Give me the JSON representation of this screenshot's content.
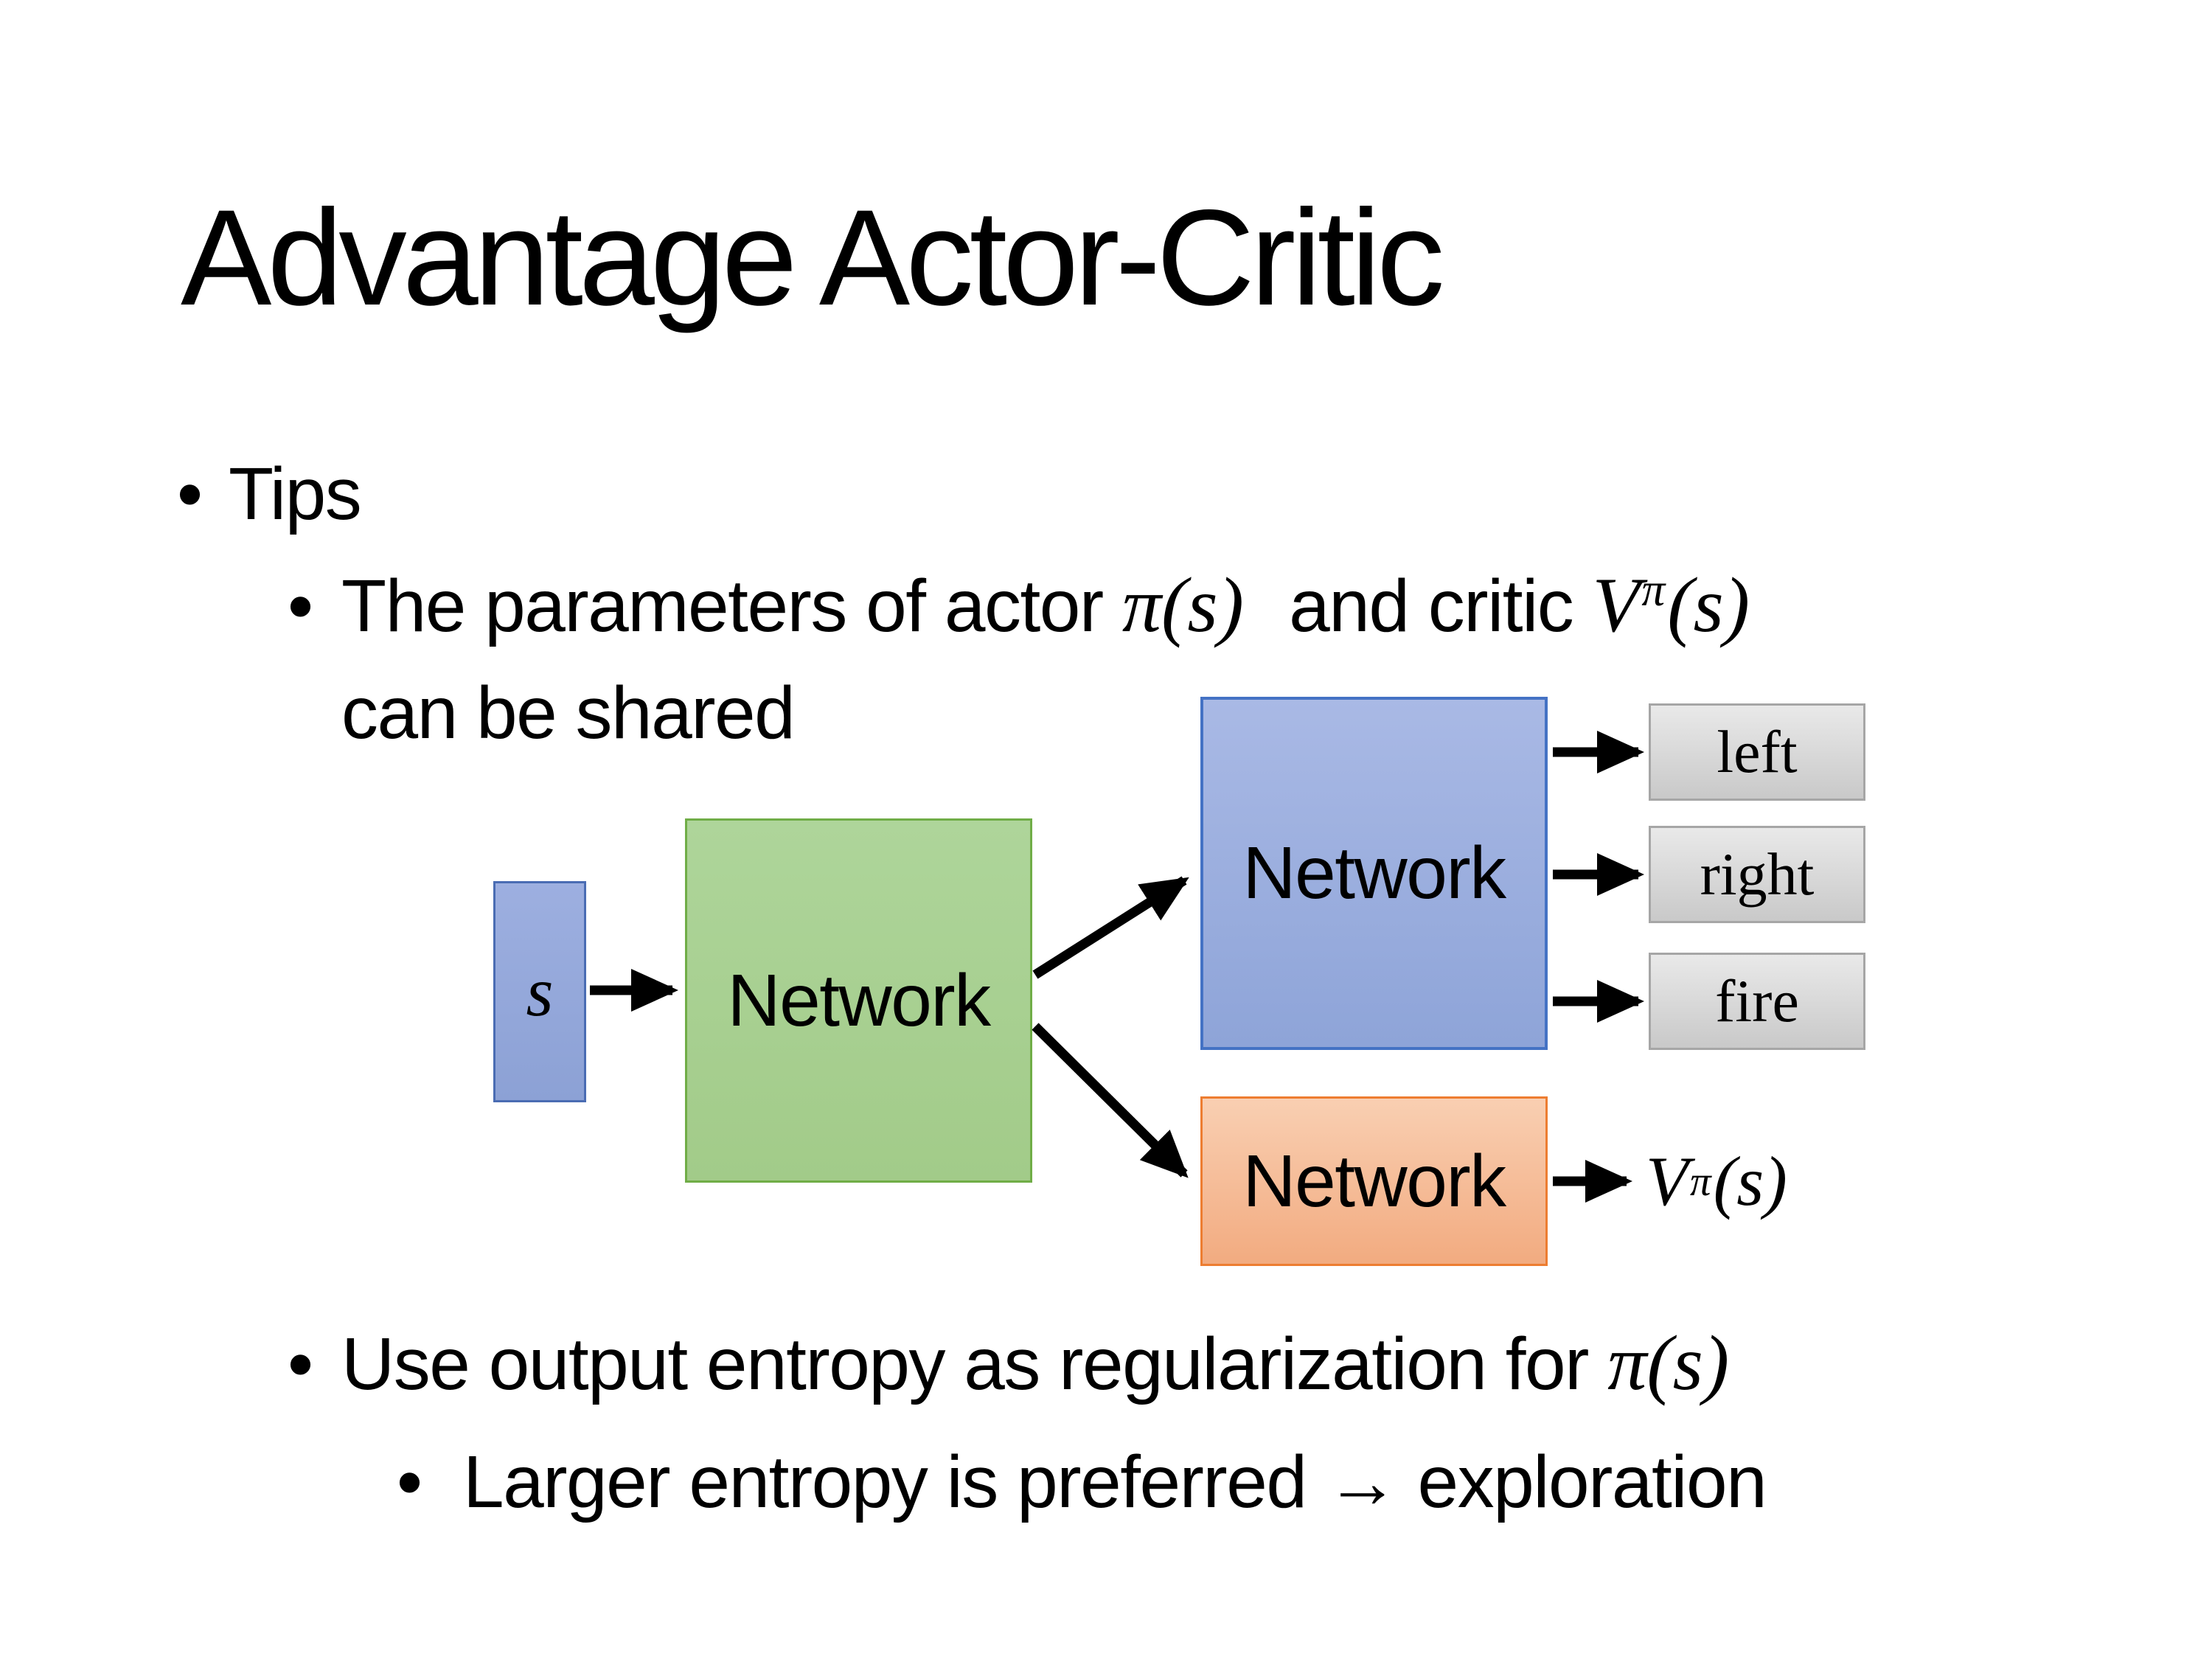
{
  "slide": {
    "title": "Advantage Actor-Critic",
    "bullet_char": "•",
    "tips": "Tips",
    "param_line": {
      "pre": "The parameters of actor ",
      "actor_math": "π(s)",
      "mid": " and critic ",
      "critic_base": "V",
      "critic_sup": "π",
      "critic_args": "(s)",
      "cont": "can be shared"
    },
    "entropy_line": {
      "pre": "Use output entropy as regularization for ",
      "math": "π(s)"
    },
    "exploration_line": "Larger entropy is preferred → exploration"
  },
  "diagram": {
    "state_label": "s",
    "shared_network": "Network",
    "actor_network": "Network",
    "critic_network": "Network",
    "actions": [
      "left",
      "right",
      "fire"
    ],
    "critic_output": {
      "base": "V",
      "sup": "π",
      "args": "(s)"
    },
    "colors": {
      "state_fill": "#93a7d9",
      "state_border": "#4a6cb3",
      "shared_fill": "#a8d193",
      "shared_border": "#70ad47",
      "actor_fill": "#97abdd",
      "actor_border": "#4472c4",
      "critic_fill": "#f5bd92",
      "critic_border": "#ed7d31",
      "action_fill": "#d9d9d9",
      "action_border": "#a6a6a6",
      "arrow": "#000000"
    }
  }
}
